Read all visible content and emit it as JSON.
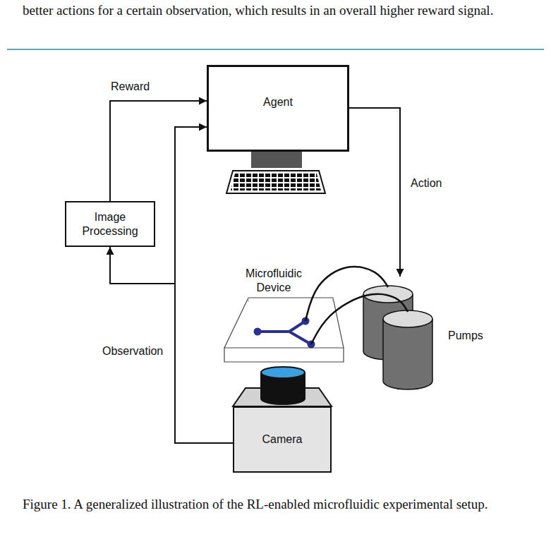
{
  "diagram": {
    "caption": "Figure 1. A generalized illustration of the RL-enabled microfluidic experimental setup.",
    "nodes": [
      {
        "text": [
          "Agent"
        ]
      },
      {
        "text": [
          "Image Processing"
        ]
      },
      {
        "text": [
          "Microfluidic Device"
        ]
      },
      {
        "text": [
          "Pumps"
        ]
      },
      {
        "text": [
          "Camera"
        ]
      }
    ],
    "edges": [
      {
        "from": 1,
        "to": 0,
        "label": "Reward",
        "arrow": "to"
      },
      {
        "from": 0,
        "to": 3,
        "label": "Action",
        "arrow": "to"
      },
      {
        "from": 4,
        "to": 0,
        "label": "Observation",
        "arrow": "to"
      },
      {
        "from": 4,
        "to": 1,
        "arrow": "to"
      },
      {
        "from": 2,
        "to": 3,
        "arrow": "none"
      },
      {
        "from": 2,
        "to": 3,
        "arrow": "none"
      }
    ],
    "labels": [
      "better actions for a certain observation, which results in an overall higher reward signal."
    ]
  }
}
